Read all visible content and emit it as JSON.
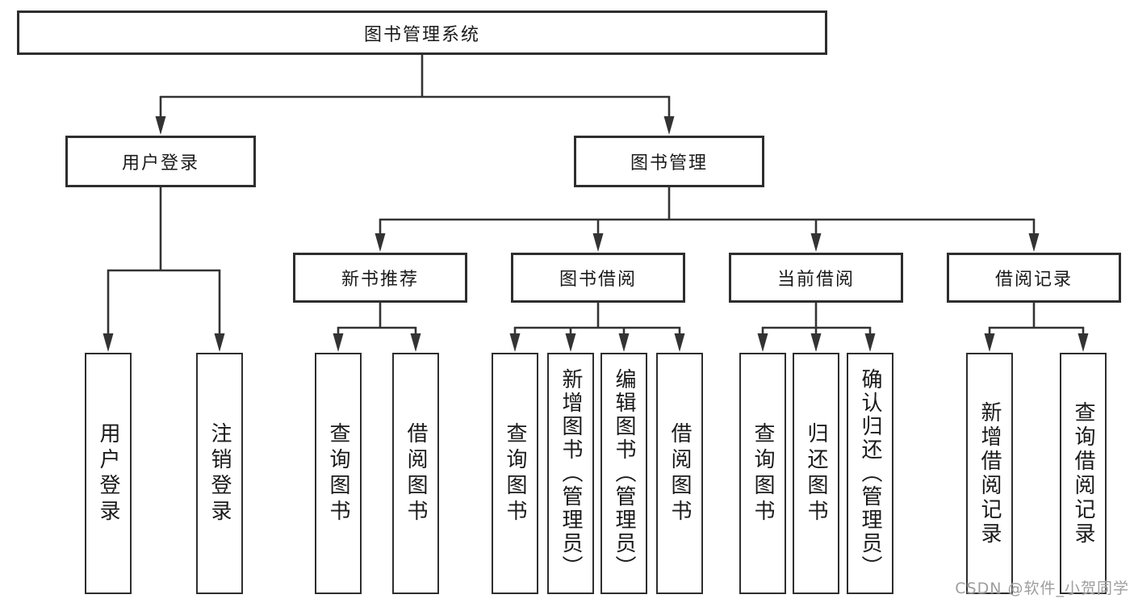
{
  "diagram_type": "hierarchy-tree",
  "tree": {
    "label": "图书管理系统",
    "children": [
      {
        "label": "用户登录",
        "children": [
          {
            "label": "用户登录"
          },
          {
            "label": "注销登录"
          }
        ]
      },
      {
        "label": "图书管理",
        "children": [
          {
            "label": "新书推荐",
            "children": [
              {
                "label": "查询图书"
              },
              {
                "label": "借阅图书"
              }
            ]
          },
          {
            "label": "图书借阅",
            "children": [
              {
                "label": "查询图书"
              },
              {
                "label": "新增图书（管理员）"
              },
              {
                "label": "编辑图书（管理员）"
              },
              {
                "label": "借阅图书"
              }
            ]
          },
          {
            "label": "当前借阅",
            "children": [
              {
                "label": "查询图书"
              },
              {
                "label": "归还图书"
              },
              {
                "label": "确认归还（管理员）"
              }
            ]
          },
          {
            "label": "借阅记录",
            "children": [
              {
                "label": "新增借阅记录"
              },
              {
                "label": "查询借阅记录"
              }
            ]
          }
        ]
      }
    ]
  },
  "watermark": {
    "text": "CSDN @软件_小贺同学"
  },
  "colors": {
    "line": "#333333",
    "box_border": "#2e2e2e",
    "text": "#1a1a1a",
    "watermark": "#9e9e9e",
    "background": "#ffffff"
  }
}
